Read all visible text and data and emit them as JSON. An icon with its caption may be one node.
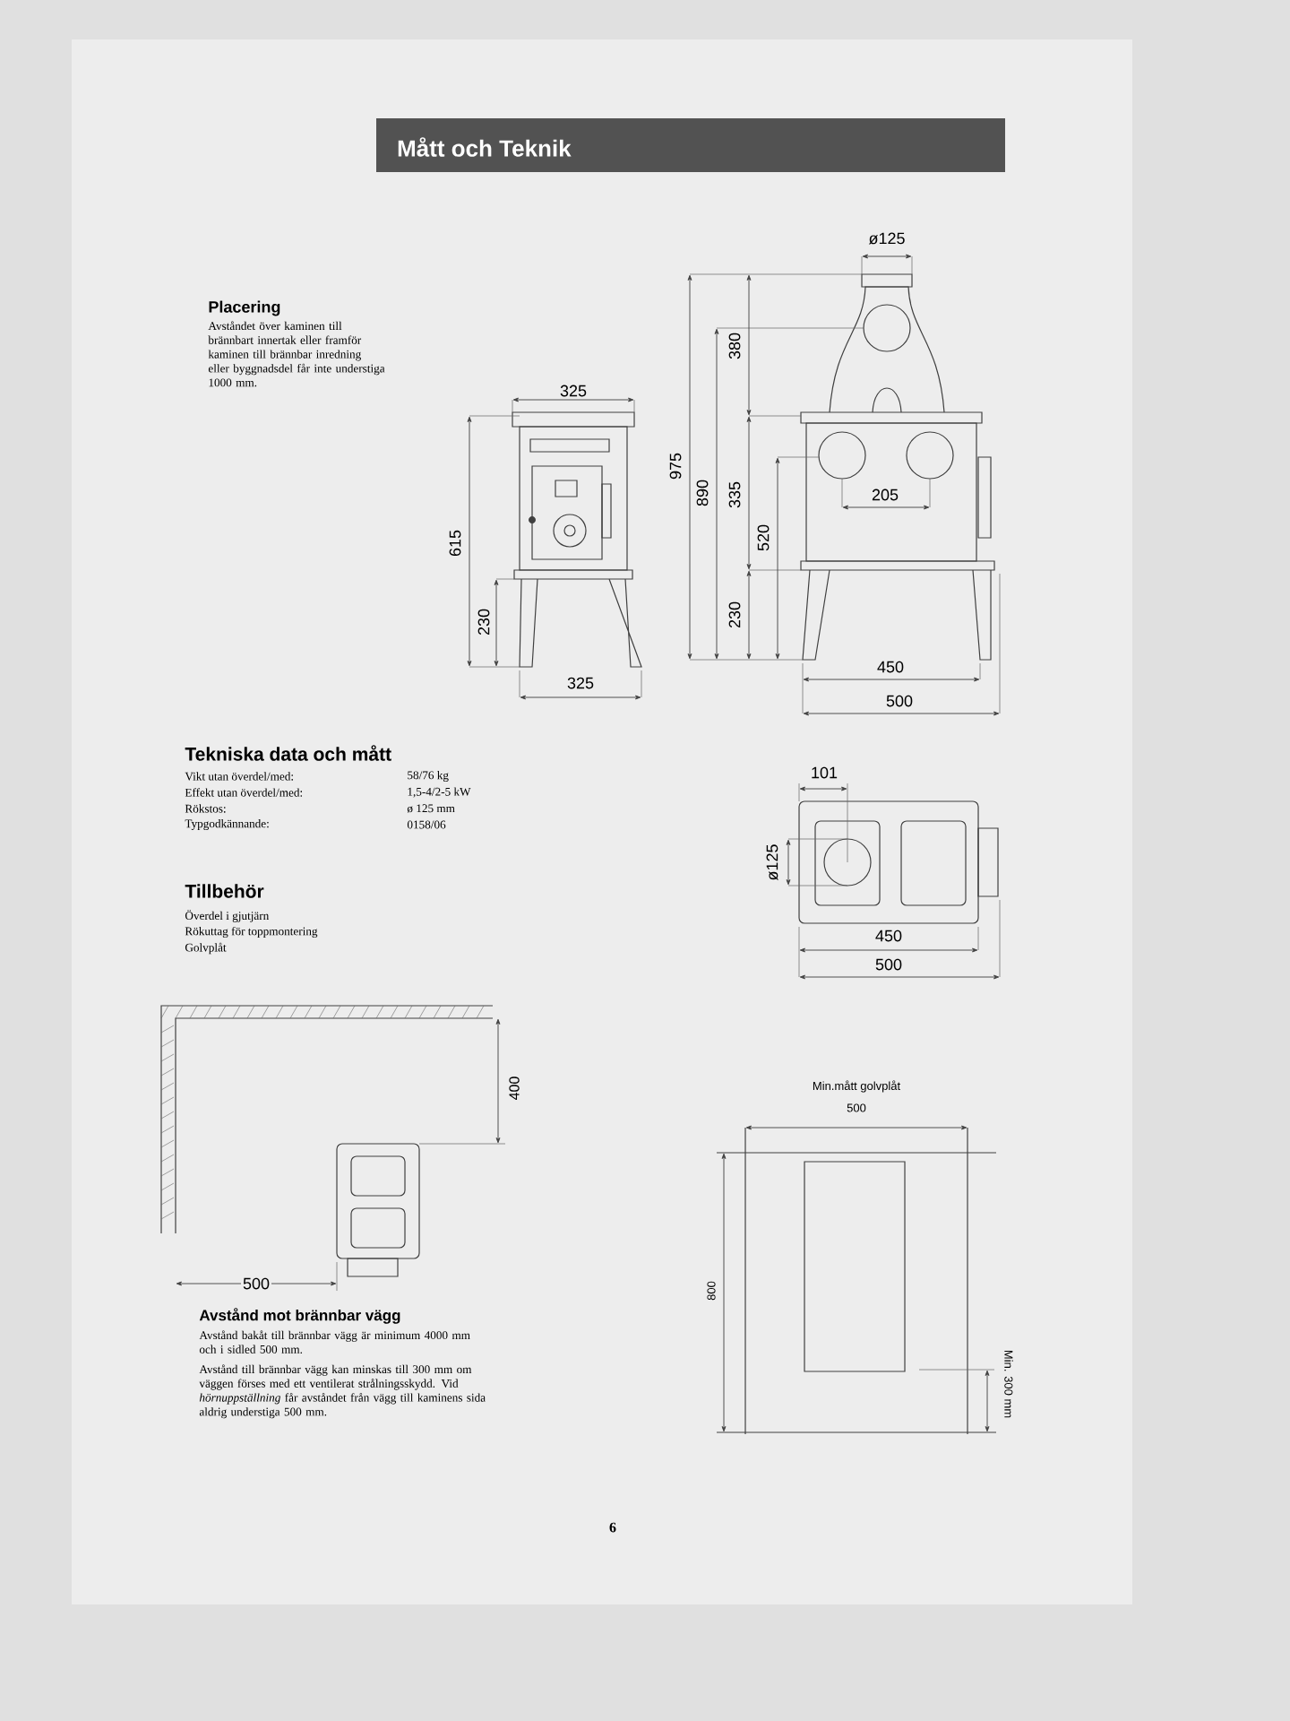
{
  "diagram": {
    "title": "Mått och Teknik",
    "labels": [
      "Placering",
      "Avståndet över kaminen till brännbart innertak eller framför kaminen till brännbar inredning eller byggnadsdel får inte understiga 1000 mm.",
      "325",
      "615",
      "230",
      "325",
      "ø125",
      "975",
      "890",
      "380",
      "335",
      "205",
      "520",
      "230",
      "450",
      "500",
      "Tekniska data och mått",
      "Vikt utan överdel/med:",
      "58/76 kg",
      "Effekt utan överdel/med:",
      "1,5-4/2-5 kW",
      "Rökstos:",
      "ø 125 mm",
      "Typgodkännande:",
      "0158/06",
      "Tillbehör",
      "Överdel i gjutjärn",
      "Rökuttag för toppmontering",
      "Golvplåt",
      "101",
      "ø125",
      "450",
      "500",
      "400",
      "500",
      "Avstånd mot brännbar vägg",
      "Avstånd bakåt till brännbar vägg är minimum 4000 mm och i sidled 500 mm.",
      "Avstånd till brännbar vägg kan minskas till 300 mm om väggen förses med ett ventilerat strålningsskydd. Vid *hörnuppställning* får avståndet från vägg till kaminens sida aldrig understiga 500 mm.",
      "Min.mått golvplåt",
      "500",
      "800",
      "Min. 300 mm",
      "6"
    ]
  }
}
